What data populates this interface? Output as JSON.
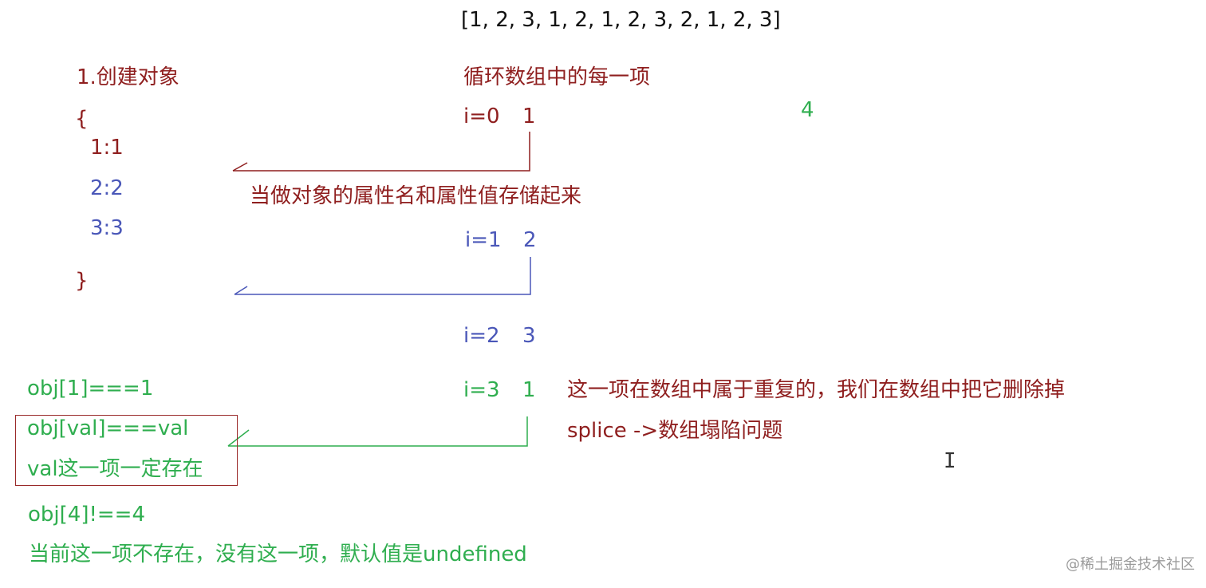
{
  "array_text": "[1, 2, 3, 1, 2, 1, 2, 3, 2, 1, 2, 3]",
  "left": {
    "step_title": "1.创建对象",
    "open_brace": "{",
    "entries": [
      "1:1",
      "2:2",
      "3:3"
    ],
    "close_brace": "}"
  },
  "middle": {
    "loop_title": "循环数组中的每一项",
    "iterations": [
      {
        "i_label": "i=0",
        "value": "1"
      },
      {
        "i_label": "i=1",
        "value": "2"
      },
      {
        "i_label": "i=2",
        "value": "3"
      },
      {
        "i_label": "i=3",
        "value": "1"
      }
    ],
    "store_note": "当做对象的属性名和属性值存储起来"
  },
  "green_number": "4",
  "right_notes": {
    "duplicate_note": "这一项在数组中属于重复的，我们在数组中把它删除掉",
    "splice_note": "splice ->数组塌陷问题"
  },
  "bottom": {
    "check_1": "obj[1]===1",
    "check_val": "obj[val]===val",
    "val_exists": "val这一项一定存在",
    "check_4": "obj[4]!==4",
    "not_exist_note": "当前这一项不存在，没有这一项，默认值是undefined"
  },
  "watermark": "@稀土掘金技术社区",
  "colors": {
    "dark_red": "#8f1f1f",
    "blue": "#4a57b8",
    "green": "#2fae4f"
  }
}
